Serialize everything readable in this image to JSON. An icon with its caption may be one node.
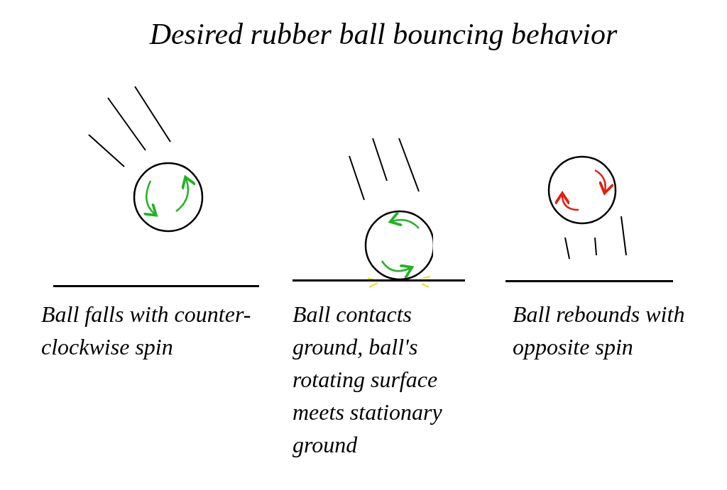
{
  "diagram": {
    "title": "Desired rubber ball bouncing behavior",
    "labels": [
      "Ball falls with counter-clockwise spin",
      "Ball contacts ground, ball's rotating surface meets stationary ground",
      "Ball rebounds with opposite spin"
    ]
  }
}
